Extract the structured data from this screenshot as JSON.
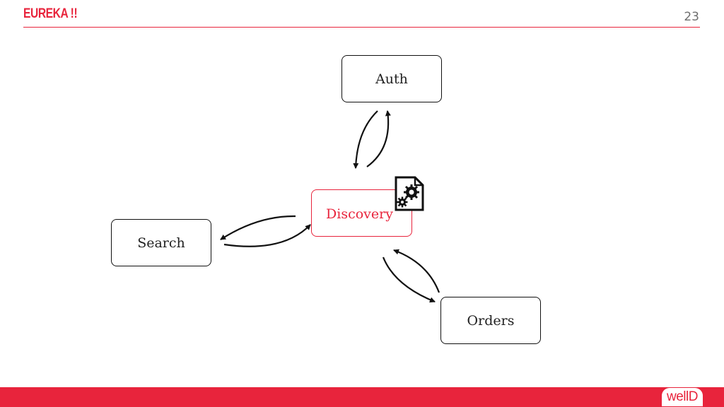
{
  "header": {
    "title": "EUREKA !!",
    "page_number": "23",
    "accent_color": "#e8243c"
  },
  "diagram": {
    "nodes": {
      "auth": "Auth",
      "discovery": "Discovery",
      "search": "Search",
      "orders": "Orders"
    },
    "connections": [
      {
        "from": "auth",
        "to": "discovery"
      },
      {
        "from": "discovery",
        "to": "auth"
      },
      {
        "from": "search",
        "to": "discovery"
      },
      {
        "from": "discovery",
        "to": "search"
      },
      {
        "from": "orders",
        "to": "discovery"
      },
      {
        "from": "discovery",
        "to": "orders"
      }
    ],
    "discovery_icon": "config-file-gears-icon"
  },
  "footer": {
    "logo_text": "wellD"
  }
}
